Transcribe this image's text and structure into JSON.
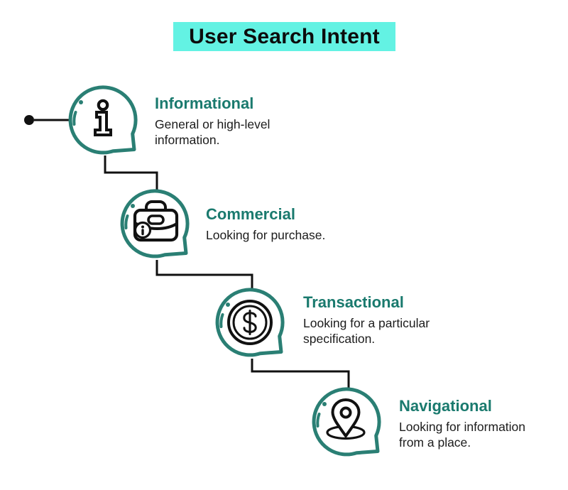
{
  "title": "User Search Intent",
  "colors": {
    "title_background": "#63F2E3",
    "title_text": "#0C0C0C",
    "bubble_stroke_teal": "#2A7F74",
    "heading_teal": "#1A7A6E",
    "body_text": "#1C1C1C",
    "connector_black": "#111111"
  },
  "items": [
    {
      "heading": "Informational",
      "description": "General or high-level information.",
      "icon": "info-speech-bubble-icon"
    },
    {
      "heading": "Commercial",
      "description": "Looking for purchase.",
      "icon": "briefcase-speech-bubble-icon"
    },
    {
      "heading": "Transactional",
      "description": "Looking for a particular specification.",
      "icon": "dollar-coin-speech-bubble-icon"
    },
    {
      "heading": "Navigational",
      "description": "Looking for information from a place.",
      "icon": "location-pin-speech-bubble-icon"
    }
  ]
}
